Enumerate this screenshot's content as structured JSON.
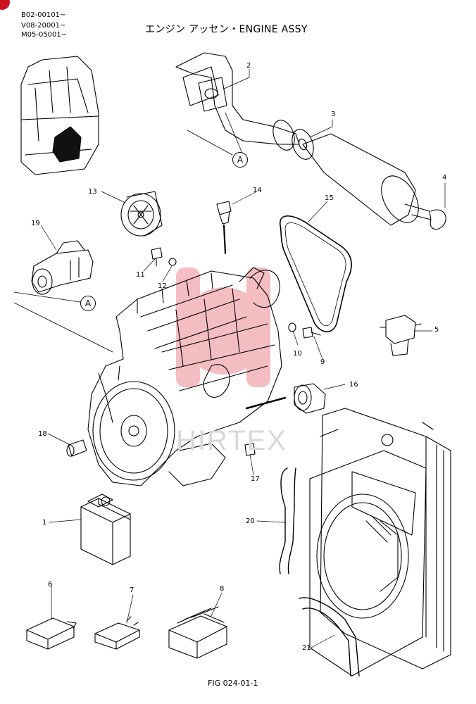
{
  "header": {
    "serials": [
      "B02-00101~",
      "V08-20001~",
      "M05-05001~"
    ],
    "title": "エンジン アッセン・ENGINE ASSY"
  },
  "footer": {
    "figure_id": "FIG 024-01-1"
  },
  "watermark": "HIRTEX",
  "callouts": [
    "A",
    "A"
  ],
  "parts": [
    "1",
    "2",
    "3",
    "4",
    "5",
    "6",
    "7",
    "8",
    "9",
    "10",
    "11",
    "12",
    "13",
    "14",
    "15",
    "16",
    "17",
    "18",
    "19",
    "20",
    "21"
  ],
  "colors": {
    "watermark_red": "#f0a8ae",
    "marker_red": "#cc1122"
  }
}
